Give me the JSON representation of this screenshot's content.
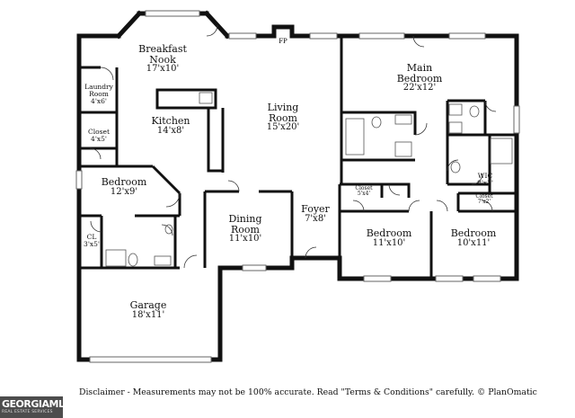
{
  "rooms": {
    "breakfast_nook": {
      "name": "Breakfast\nNook",
      "dims": "17'x10'"
    },
    "main_bedroom": {
      "name": "Main\nBedroom",
      "dims": "22'x12'"
    },
    "laundry": {
      "name": "Laundry\nRoom",
      "dims": "4'x6'"
    },
    "living": {
      "name": "Living\nRoom",
      "dims": "15'x20'"
    },
    "kitchen": {
      "name": "Kitchen",
      "dims": "14'x8'"
    },
    "closet_1": {
      "name": "Closet",
      "dims": "4'x5'"
    },
    "bedroom_1": {
      "name": "Bedroom",
      "dims": "12'x9'"
    },
    "closet_2": {
      "name": "Closet",
      "dims": "5'x4'"
    },
    "wic": {
      "name": "WIC",
      "dims": "8'x3'"
    },
    "closet_3": {
      "name": "Closet",
      "dims": "7'x2'"
    },
    "foyer": {
      "name": "Foyer",
      "dims": "7'x8'"
    },
    "dining": {
      "name": "Dining\nRoom",
      "dims": "11'x10'"
    },
    "bedroom_2": {
      "name": "Bedroom",
      "dims": "11'x10'"
    },
    "bedroom_3": {
      "name": "Bedroom",
      "dims": "10'x11'"
    },
    "cl": {
      "name": "CL",
      "dims": "3'x5'"
    },
    "garage": {
      "name": "Garage",
      "dims": "18'x11'"
    }
  },
  "fireplace_label": "FP",
  "disclaimer": "Disclaimer - Measurements may not be 100% accurate. Read \"Terms & Conditions\" carefully. © PlanOmatic",
  "logo": {
    "name": "GEORGIAMLS",
    "tagline": "REAL ESTATE SERVICES"
  }
}
